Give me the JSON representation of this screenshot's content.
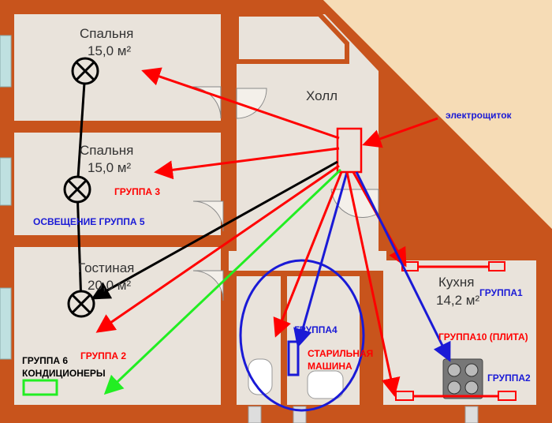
{
  "rooms": {
    "bedroom1": {
      "name": "Спальня",
      "area": "15,0 м²"
    },
    "bedroom2": {
      "name": "Спальня",
      "area": "15,0 м²"
    },
    "living": {
      "name": "Гостиная",
      "area": "20,0 м²"
    },
    "hall": {
      "name": "Холл"
    },
    "kitchen": {
      "name": "Кухня",
      "area": "14,2 м²"
    }
  },
  "labels": {
    "panel": "электрощиток",
    "group1": "ГРУППА1",
    "group2_kitchen": "ГРУППА2",
    "group2_living": "ГРУППА 2",
    "group3": "ГРУППА 3",
    "group4": "ГРУППА4",
    "group5": "ОСВЕЩЕНИЕ ГРУППА 5",
    "group6_line1": "ГРУППА 6",
    "group6_line2": "КОНДИЦИОНЕРЫ",
    "group10": "ГРУППА10 (ПЛИТА)",
    "washer_line1": "СТАРИЛЬНАЯ",
    "washer_line2": "МАШИНА"
  },
  "colors": {
    "wall": "#c8541c",
    "room_fill": "#e9e3db",
    "window": "#bfe0e0",
    "red": "#ff0000",
    "blue": "#1a1ad6",
    "green": "#22ee22",
    "black": "#000000"
  }
}
